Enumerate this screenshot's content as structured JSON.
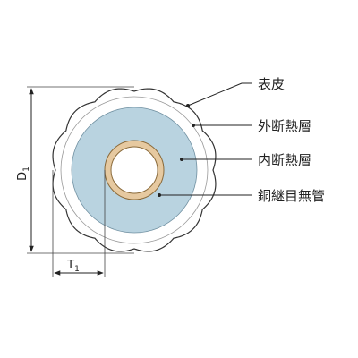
{
  "labels": {
    "outer_skin": "表皮",
    "outer_insulation": "外断熱層",
    "inner_insulation": "内断熱層",
    "seamless_copper_pipe": "銅継目無管"
  },
  "dimensions": {
    "diameter": {
      "main": "D",
      "sub": "1"
    },
    "thickness": {
      "main": "T",
      "sub": "1"
    }
  },
  "colors": {
    "outer_skin": "#ffffff",
    "outer_insulation": "#ffffff",
    "inner_insulation": "#b9d3e0",
    "copper_pipe": "#e6c9a0",
    "copper_pipe_edge": "#8a6a3a",
    "lines": "#222222"
  }
}
